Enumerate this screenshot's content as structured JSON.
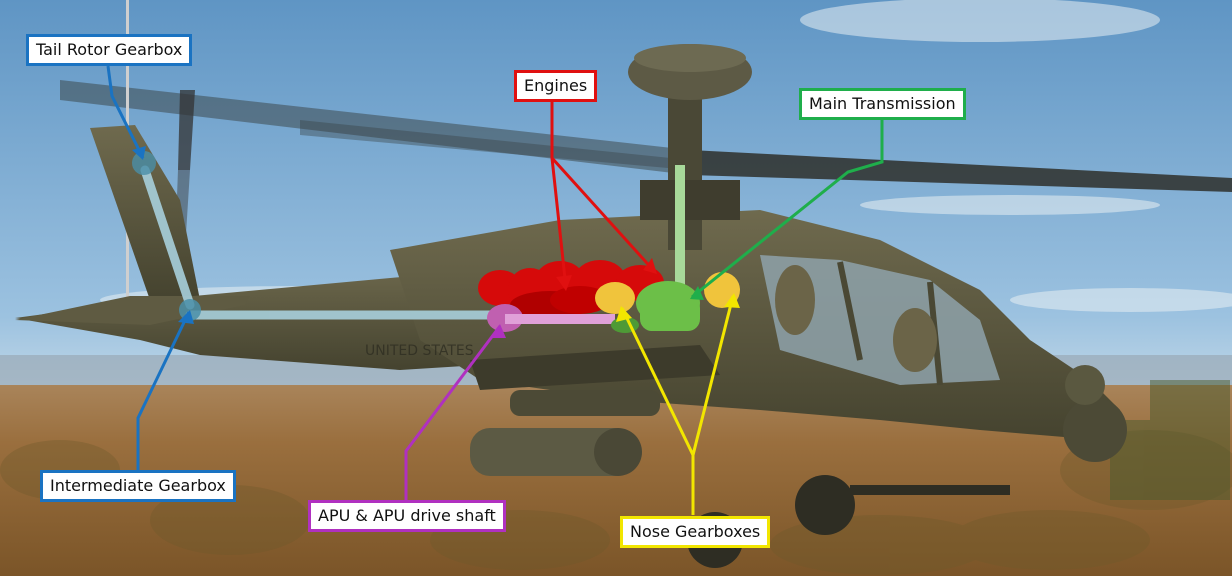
{
  "labels": {
    "tail_rotor_gearbox": "Tail Rotor Gearbox",
    "engines": "Engines",
    "main_transmission": "Main Transmission",
    "intermediate_gearbox": "Intermediate Gearbox",
    "apu": "APU & APU drive shaft",
    "nose_gearboxes": "Nose Gearboxes"
  },
  "colors": {
    "tail_rotor_gearbox": "#1a73c2",
    "intermediate_gearbox": "#1a73c2",
    "engines": "#e01010",
    "main_transmission": "#1fae4b",
    "apu": "#b030c0",
    "nose_gearboxes": "#f2e600"
  },
  "airframe_text": "UNITED STATES"
}
